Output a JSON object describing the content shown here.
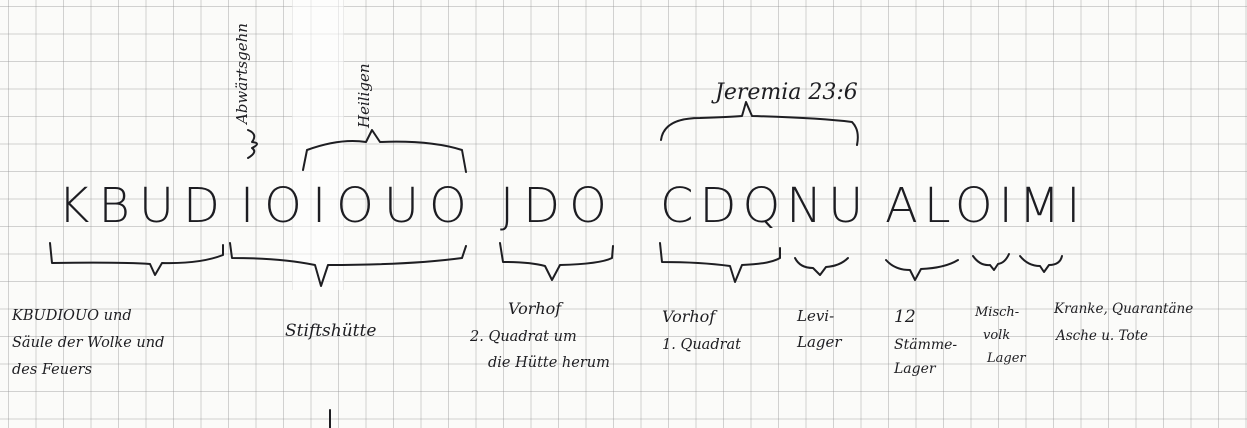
{
  "notes": {
    "top_labels": {
      "vertical_1": "Abwärtsgehn",
      "vertical_2": "Heiligen",
      "verse": "Jeremia 23:6"
    },
    "letter_groups": [
      "KBUD",
      "IOIOUO",
      "JDO",
      "CDQNU",
      "ALOIMI"
    ],
    "annotations": [
      {
        "lines": [
          "KBUDIOUO und",
          "Säule der Wolke und",
          "des Feuers"
        ]
      },
      {
        "lines": [
          "Stiftshütte"
        ]
      },
      {
        "lines": [
          "Vorhof",
          "2. Quadrat um",
          "die Hütte herum"
        ]
      },
      {
        "lines": [
          "Vorhof",
          "1. Quadrat"
        ]
      },
      {
        "lines": [
          "Levi-",
          "Lager"
        ]
      },
      {
        "lines": [
          "12",
          "Stämme-",
          "Lager"
        ]
      },
      {
        "lines": [
          "Misch-",
          "volk",
          "Lager"
        ]
      },
      {
        "lines": [
          "Kranke, Quarantäne",
          "Asche u. Tote"
        ]
      }
    ],
    "ink_color": "#1e1e22",
    "grid_color": "#9a9a9a"
  }
}
